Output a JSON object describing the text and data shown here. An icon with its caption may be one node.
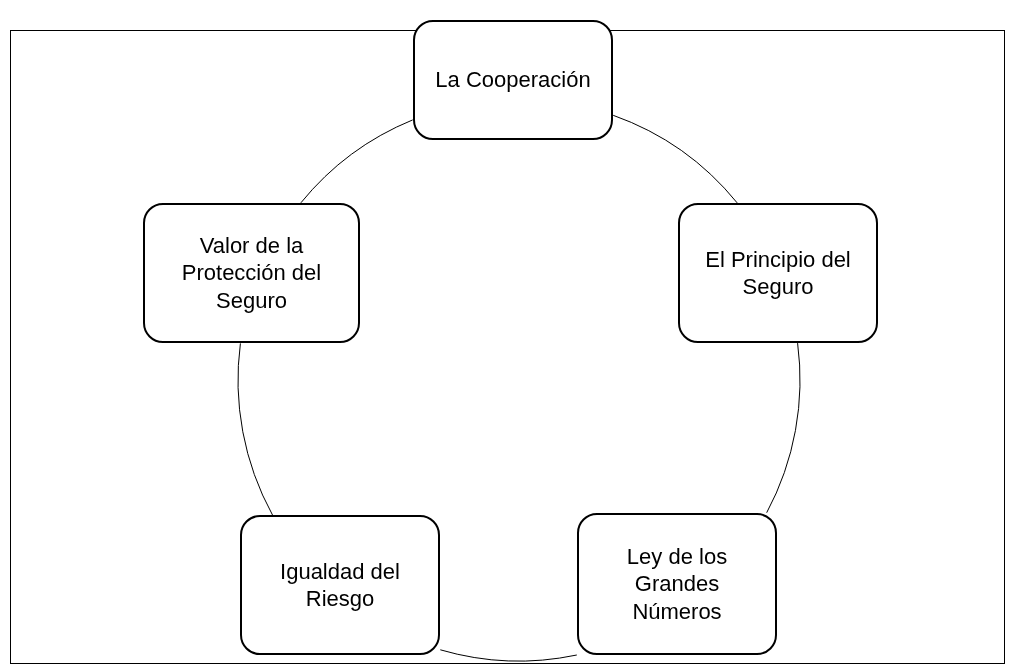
{
  "diagram": {
    "nodes": [
      {
        "text": [
          "La Cooperación"
        ]
      },
      {
        "text": [
          "El Principio del Seguro"
        ]
      },
      {
        "text": [
          "Ley de los Grandes Números"
        ]
      },
      {
        "text": [
          "Igualdad del Riesgo"
        ]
      },
      {
        "text": [
          "Valor de la Protección del Seguro"
        ]
      }
    ],
    "edges": [
      {
        "from": 0,
        "to": 1,
        "arrow": "none"
      },
      {
        "from": 1,
        "to": 2,
        "arrow": "none"
      },
      {
        "from": 2,
        "to": 3,
        "arrow": "none"
      },
      {
        "from": 3,
        "to": 4,
        "arrow": "none"
      },
      {
        "from": 4,
        "to": 0,
        "arrow": "none"
      }
    ]
  }
}
